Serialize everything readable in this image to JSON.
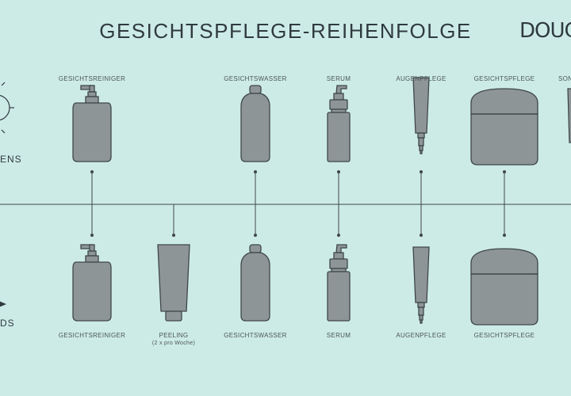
{
  "title": "GESICHTSPFLEGE-REIHENFOLGE",
  "brand_logo_text": "DOUG",
  "morning_label": "ENS",
  "evening_label": "DS",
  "morning_steps": [
    {
      "label": "GESICHTSREINIGER",
      "icon": "pump-bottle-icon"
    },
    {
      "label": "GESICHTSWASSER",
      "icon": "toner-bottle-icon"
    },
    {
      "label": "SERUM",
      "icon": "serum-dropper-icon"
    },
    {
      "label": "AUGENPFLEGE",
      "icon": "eye-cream-tube-icon"
    },
    {
      "label": "GESICHTSPFLEGE",
      "icon": "cream-jar-icon"
    },
    {
      "label": "SON",
      "icon": "sunscreen-tube-icon"
    }
  ],
  "evening_steps": [
    {
      "label": "GESICHTSREINIGER",
      "icon": "pump-bottle-icon"
    },
    {
      "label": "PEELING",
      "sublabel": "(2 x pro Woche)",
      "icon": "peeling-tube-icon"
    },
    {
      "label": "GESICHTSWASSER",
      "icon": "toner-bottle-icon"
    },
    {
      "label": "SERUM",
      "icon": "serum-dropper-icon"
    },
    {
      "label": "AUGENPFLEGE",
      "icon": "eye-cream-tube-icon"
    },
    {
      "label": "GESICHTSPFLEGE",
      "icon": "cream-jar-icon"
    }
  ],
  "colors": {
    "background": "#cdebe6",
    "product_fill": "#8e9597",
    "product_stroke": "#3e4749",
    "line": "#3e4749",
    "text": "#4b5658"
  }
}
